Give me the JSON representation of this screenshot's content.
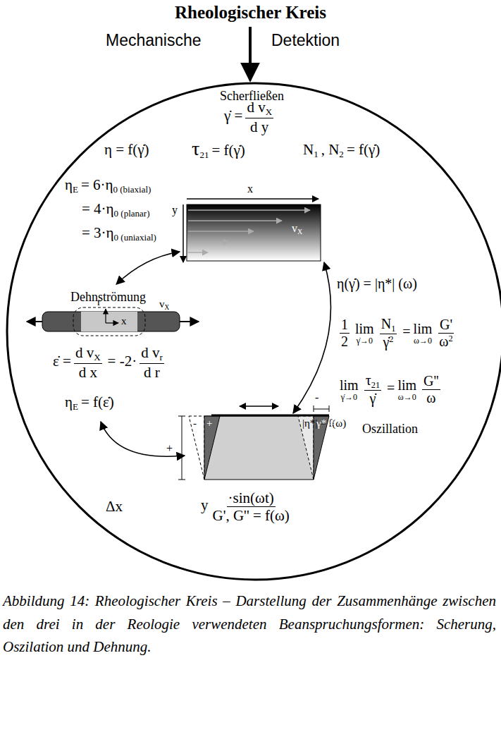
{
  "diagram": {
    "title": "Rheologischer Kreis",
    "caption": "Abbildung 14: Rheologischer Kreis – Darstellung der Zusammenhänge zwischen den drei in der Reologie verwendeten Beanspruchungsformen: Scherung, Oszilation und Dehnung.",
    "nodes": [
      {
        "text": [
          "Scherfließen"
        ]
      },
      {
        "text": [
          "Dehnströmung"
        ]
      },
      {
        "text": [
          "Oszillation"
        ]
      }
    ],
    "edges": [
      {
        "from": 0,
        "to": 1,
        "arrow": "both"
      },
      {
        "from": 0,
        "to": 2,
        "arrow": "both"
      },
      {
        "from": 1,
        "to": 2,
        "arrow": "both"
      }
    ],
    "labels": [
      "Mechanische",
      "Detektion",
      "γ̇ =",
      "d v",
      "X",
      "d y",
      "η = f(γ̇)",
      "τ",
      "21",
      "= f(γ̇)",
      "N",
      "1",
      ", N",
      "2",
      "= f(γ̇)",
      "η",
      "E",
      "= 6·η",
      "0 (biaxial)",
      "= 4·η",
      "0 (planar)",
      "= 3·η",
      "0 (uniaxial)",
      "x",
      "y",
      "v",
      "X",
      "η(γ̇) = |η*| (ω)",
      "r",
      "x",
      "v",
      "X",
      "ε̇ =",
      "d v",
      "X",
      "d x",
      "= -2·",
      "d v",
      "r",
      "d r",
      "η",
      "E",
      "= f(ε̇)",
      "1",
      "2",
      "lim",
      "γ̇→0",
      "N",
      "1",
      "γ̇",
      "2",
      "=",
      "lim",
      "ω→0",
      "G'",
      "ω",
      "2",
      "lim",
      "γ̇→0",
      "τ",
      "21",
      "γ̇",
      "=",
      "lim",
      "ω→0",
      "G''",
      "ω",
      "-",
      "+",
      "-",
      "+",
      "|η*| = f(ω)",
      "γ* =",
      "Δx",
      "y",
      "·sin(ωt)",
      "G', G'' = f(ω)"
    ]
  }
}
